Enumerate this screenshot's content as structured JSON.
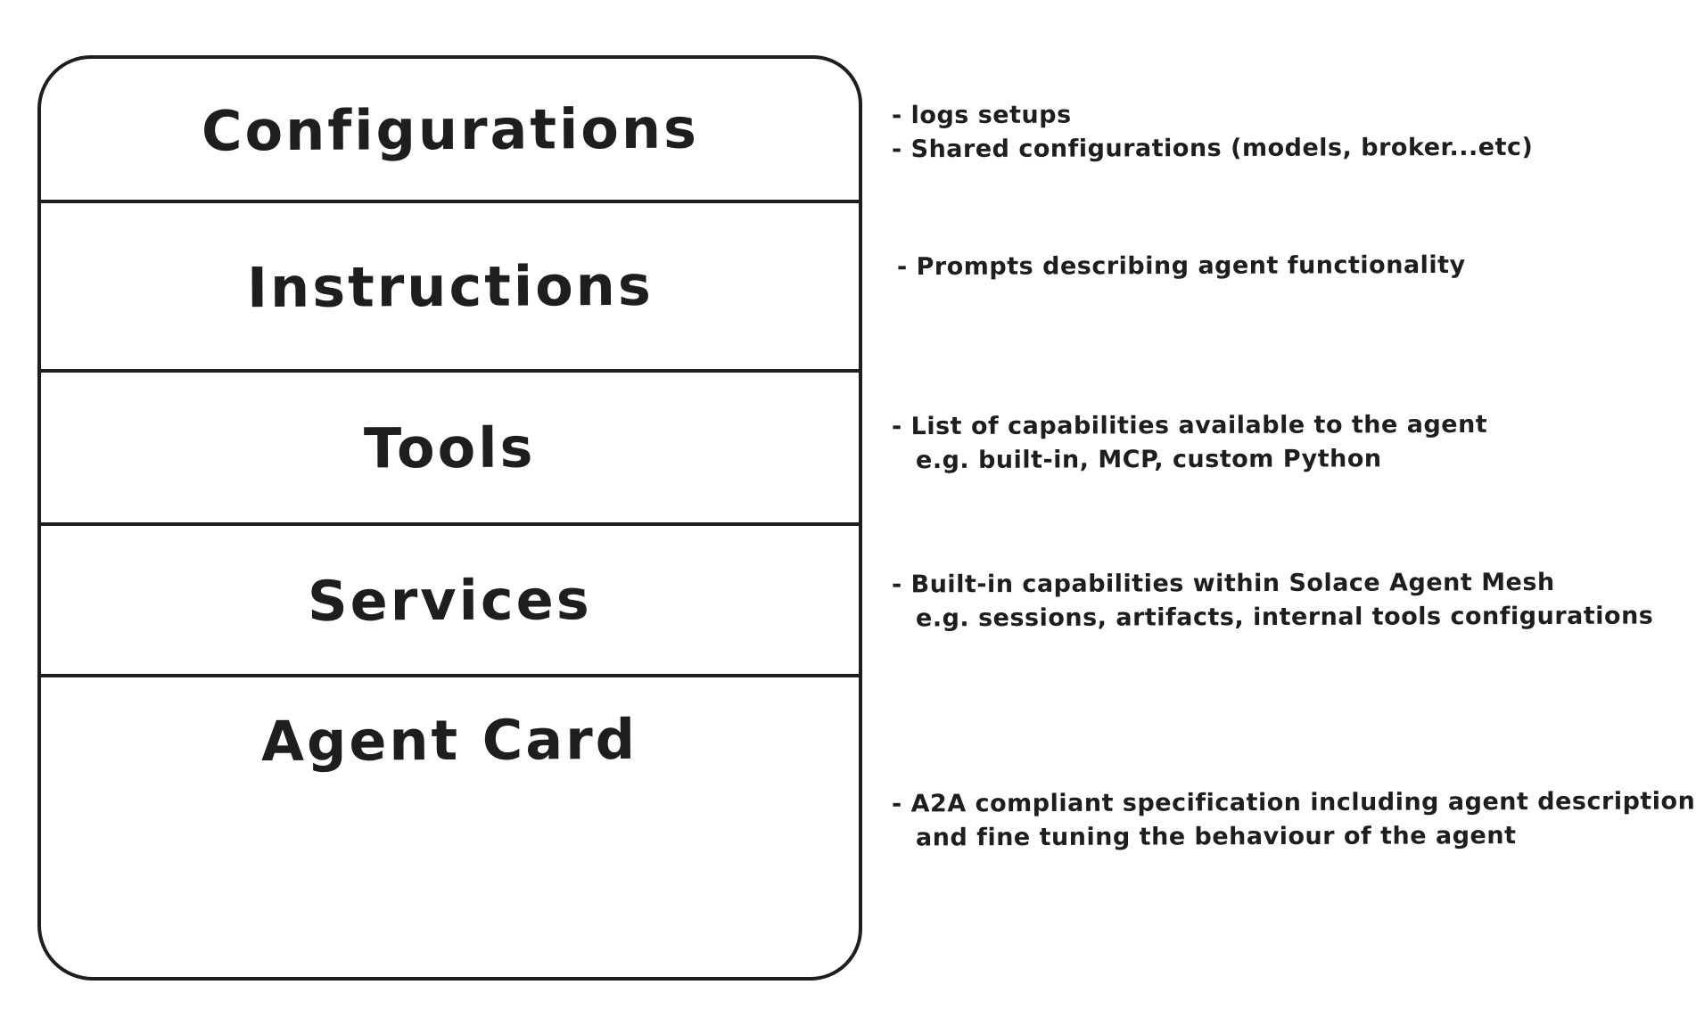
{
  "colors": {
    "stroke": "#1e1e1e",
    "background": "#ffffff"
  },
  "stack": {
    "sections": [
      {
        "label": "Configurations"
      },
      {
        "label": "Instructions"
      },
      {
        "label": "Tools"
      },
      {
        "label": "Services"
      },
      {
        "label": "Agent Card"
      }
    ]
  },
  "annotations": [
    {
      "lines": [
        "- logs setups",
        "- Shared configurations (models, broker...etc)"
      ]
    },
    {
      "lines": [
        "- Prompts describing agent functionality"
      ]
    },
    {
      "lines": [
        "- List of capabilities available to the agent",
        "e.g. built-in, MCP, custom Python"
      ]
    },
    {
      "lines": [
        "- Built-in capabilities within Solace Agent Mesh",
        "e.g. sessions, artifacts, internal tools configurations"
      ]
    },
    {
      "lines": [
        "- A2A compliant specification including agent description",
        "and fine tuning the behaviour of the agent"
      ]
    }
  ]
}
